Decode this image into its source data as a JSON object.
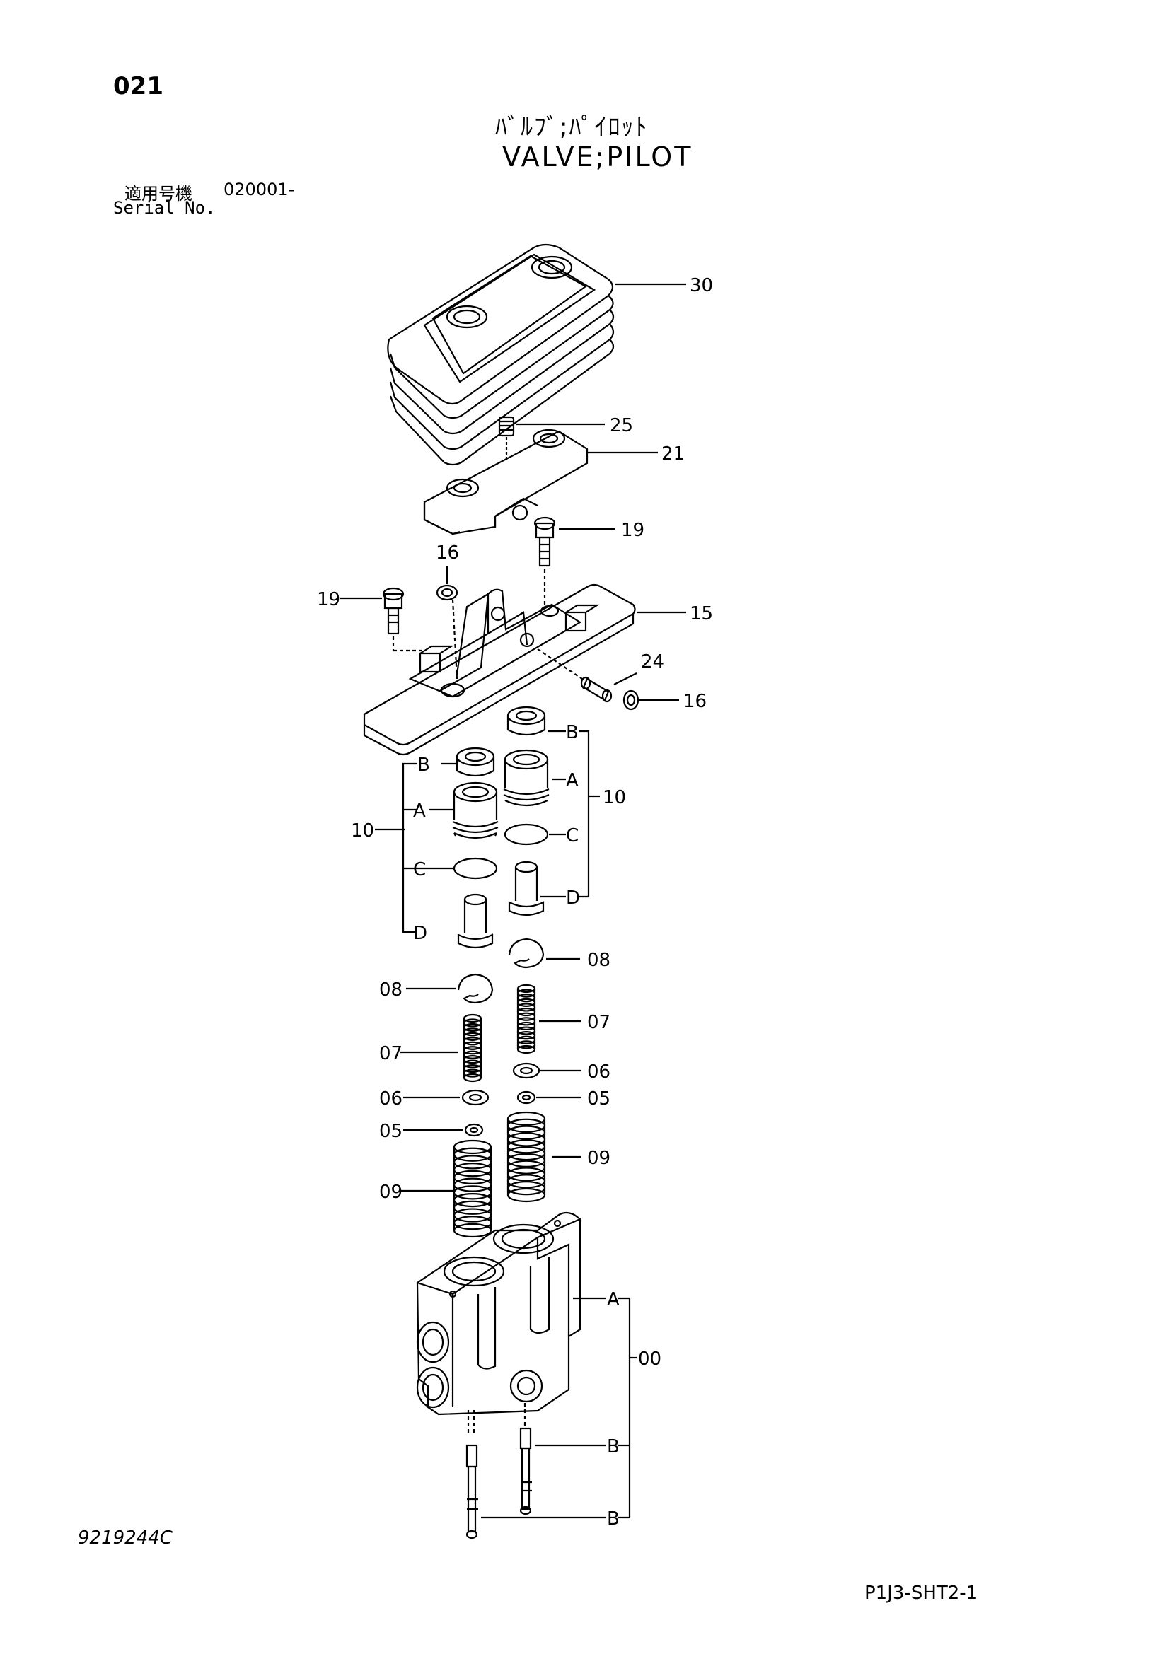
{
  "page_number": "021",
  "title_jp": "ﾊﾞﾙﾌﾞ;ﾊﾟｲﾛｯﾄ",
  "title_en": "VALVE;PILOT",
  "serial": {
    "label_jp": "適用号機",
    "value": "020001-",
    "label_en": "Serial No."
  },
  "drawing_number": "9219244C",
  "sheet_number": "P1J3-SHT2-1",
  "callouts": {
    "c30": "30",
    "c25": "25",
    "c21": "21",
    "c19a": "19",
    "c16a": "16",
    "c19b": "19",
    "c15": "15",
    "c24": "24",
    "c16b": "16",
    "c10_left": "10",
    "c10_right": "10",
    "Bl": "B",
    "Al": "A",
    "Cl": "C",
    "Dl": "D",
    "Br": "B",
    "Ar": "A",
    "Cr": "C",
    "Dr": "D",
    "c08a": "08",
    "c08b": "08",
    "c07a": "07",
    "c07b": "07",
    "c06a": "06",
    "c06b": "06",
    "c05a": "05",
    "c05b": "05",
    "c09a": "09",
    "c09b": "09",
    "A00": "A",
    "B00a": "B",
    "B00b": "B",
    "c00": "00"
  }
}
